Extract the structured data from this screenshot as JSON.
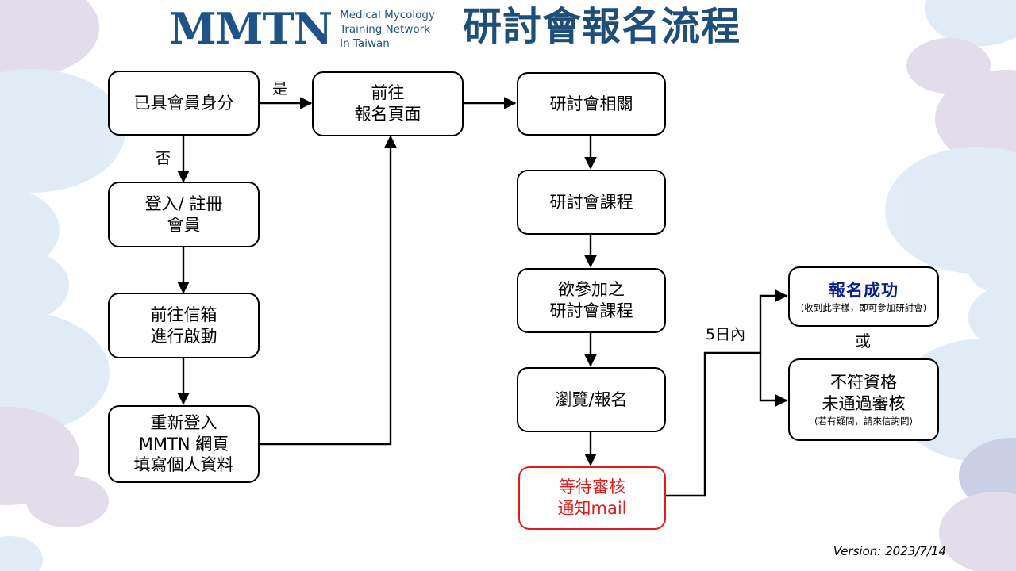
{
  "header": {
    "logo_mark": "MMTN",
    "logo_sub_line1": "Medical Mycology",
    "logo_sub_line2": "Training Network",
    "logo_sub_line3": "In Taiwan",
    "title": "研討會報名流程",
    "brand_color": "#1f4e79"
  },
  "footer": {
    "version": "Version: 2023/7/14"
  },
  "nodes": {
    "member_check": {
      "line1": "已具會員身分"
    },
    "login_register": {
      "line1": "登入/ 註冊",
      "line2": "會員"
    },
    "activate_mail": {
      "line1": "前往信箱",
      "line2": "進行啟動"
    },
    "relogin": {
      "line1": "重新登入",
      "line2": "MMTN 網頁",
      "line3": "填寫個人資料"
    },
    "go_signup_page": {
      "line1": "前往",
      "line2": "報名頁面"
    },
    "seminar_related": {
      "line1": "研討會相關"
    },
    "seminar_course": {
      "line1": "研討會課程"
    },
    "desired_course": {
      "line1": "欲參加之",
      "line2": "研討會課程"
    },
    "browse_signup": {
      "line1": "瀏覽/報名"
    },
    "await_review": {
      "line1": "等待審核",
      "line2": "通知mail",
      "color": "#e01b1b"
    },
    "success": {
      "line1": "報名成功",
      "note": "(收到此字樣，即可參加研討會)",
      "color": "#0a1e8c"
    },
    "rejected": {
      "line1": "不符資格",
      "line2": "未通過審核",
      "note": "(若有疑問，請來信詢問)"
    }
  },
  "edge_labels": {
    "yes": "是",
    "no": "否",
    "within_five_days": "5日內",
    "or": "或"
  }
}
